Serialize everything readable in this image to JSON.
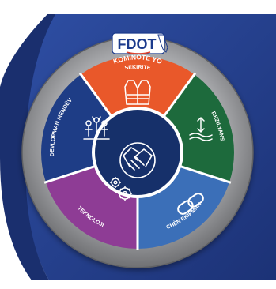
{
  "brand": {
    "logo_text": "FDOT",
    "logo_color": "#1b3a8c",
    "accent_red": "#e0412b"
  },
  "hub": {
    "label": "KOMINOTE YO",
    "icon": "handshake-icon",
    "color": "#16306a"
  },
  "segments": [
    {
      "id": "sekirite",
      "label": "SEKIRITE",
      "icon": "safety-vest-icon",
      "color": "#e9582a"
    },
    {
      "id": "reziliyans",
      "label": "REZILYANS",
      "icon": "resilience-arrows-icon",
      "color": "#1d6a3c"
    },
    {
      "id": "chen-ekipman",
      "label": "CHÈN EKIPMAN",
      "icon": "chain-link-icon",
      "color": "#3b6fb8"
    },
    {
      "id": "teknoloji",
      "label": "TEKNOLOJI",
      "icon": "gears-icon",
      "color": "#8e3c95"
    },
    {
      "id": "devlopman-mendev",
      "label": "DEVLOPMAN MENDÈV",
      "icon": "workforce-people-icon",
      "color": "#1e3d86"
    }
  ],
  "colors": {
    "backdrop_blue": "#243f8f",
    "ring_gray": "#a8a9ac",
    "ring_dark": "#6d6e71"
  }
}
